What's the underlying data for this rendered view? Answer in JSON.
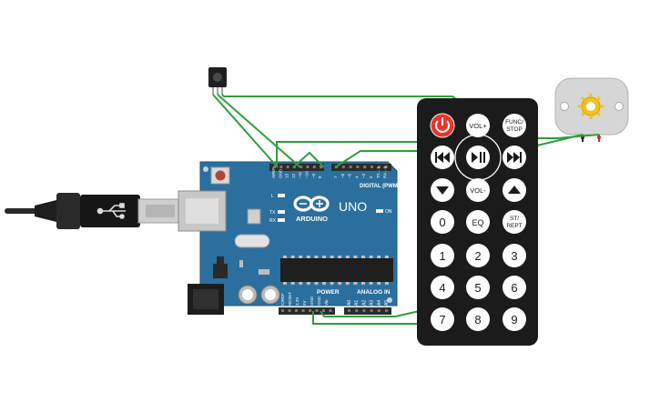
{
  "arduino": {
    "brand": "ARDUINO",
    "model": "UNO",
    "digital_header": "DIGITAL (PWM~)",
    "power_header": "POWER",
    "analog_header": "ANALOG IN",
    "on_label": "ON",
    "l_label": "L",
    "tx_label": "TX",
    "rx_label": "RX",
    "digital_pins": [
      "AREF",
      "GND",
      "13",
      "12",
      "~11",
      "~10",
      "~9",
      "8",
      "7",
      "~6",
      "~5",
      "4",
      "~3",
      "2",
      "TX→1",
      "RX←0"
    ],
    "power_pins": [
      "IOREF",
      "RESET",
      "3.3V",
      "5V",
      "GND",
      "GND",
      "Vin"
    ],
    "analog_pins": [
      "A0",
      "A1",
      "A2",
      "A3",
      "A4",
      "A5"
    ]
  },
  "remote": {
    "buttons": {
      "power": "",
      "vol_up": "VOL+",
      "func_stop_1": "FUNC/",
      "func_stop_2": "STOP",
      "prev": "",
      "play_pause": "",
      "next": "",
      "down": "",
      "vol_down": "VOL-",
      "up": "",
      "zero": "0",
      "eq": "EQ",
      "st_rept_1": "ST/",
      "st_rept_2": "REPT",
      "one": "1",
      "two": "2",
      "three": "3",
      "four": "4",
      "five": "5",
      "six": "6",
      "seven": "7",
      "eight": "8",
      "nine": "9"
    }
  },
  "colors": {
    "board": "#2b6f9e",
    "wire": "#2e9e3a",
    "remote_body": "#1b1b1b",
    "remote_button": "#ffffff",
    "power_button": "#e8352c"
  }
}
